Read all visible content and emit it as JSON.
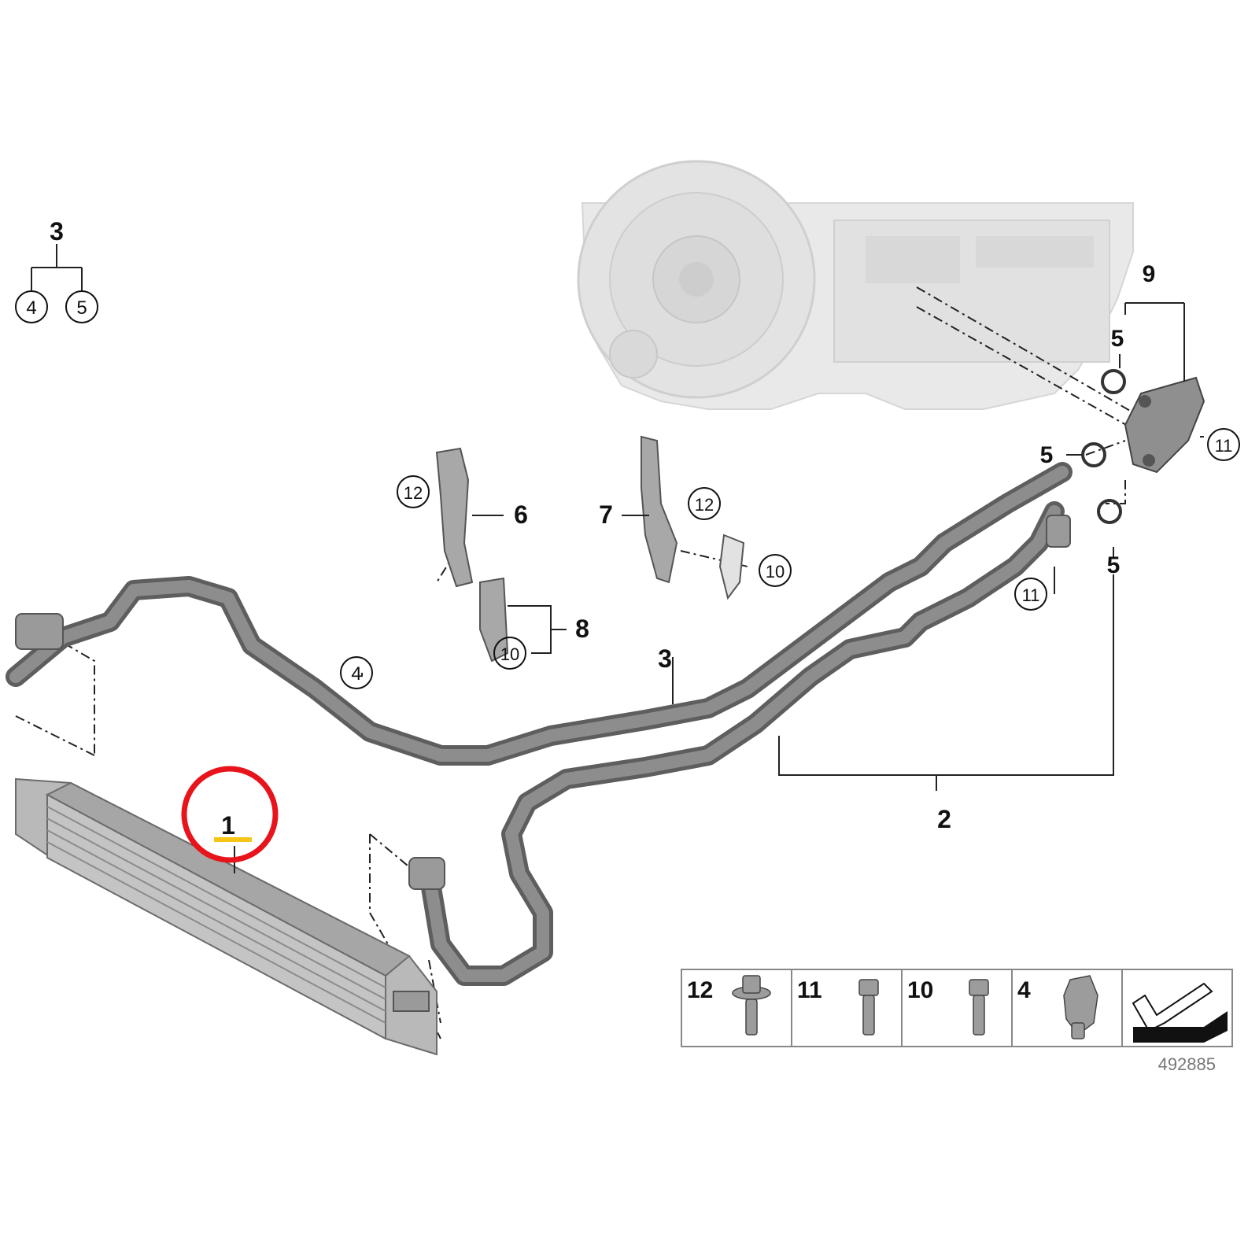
{
  "diagram": {
    "callouts": {
      "top_left_group": "3",
      "top_left_sub_a": "4",
      "top_left_sub_b": "5",
      "part_1": "1",
      "part_2": "2",
      "part_3": "3",
      "part_4": "4",
      "part_5_top": "5",
      "part_5_mid": "5",
      "part_5_low": "5",
      "part_6": "6",
      "part_7": "7",
      "part_8": "8",
      "part_9": "9",
      "part_10_a": "10",
      "part_10_b": "10",
      "part_11_a": "11",
      "part_11_b": "11",
      "part_12_a": "12",
      "part_12_b": "12"
    },
    "legend": {
      "items": [
        {
          "label": "12",
          "icon": "flange-bolt-icon"
        },
        {
          "label": "11",
          "icon": "hex-bolt-icon"
        },
        {
          "label": "10",
          "icon": "hex-bolt-icon"
        },
        {
          "label": "4",
          "icon": "hose-clamp-icon"
        },
        {
          "label": "",
          "icon": "direction-arrow-icon"
        }
      ]
    },
    "reference_number": "492885",
    "colors": {
      "highlight_circle": "#e8141c",
      "highlight_underline": "#f5c518",
      "line_color": "#222222",
      "pipe_color": "#7a7a7a",
      "ghost_part": "#e6e6e6"
    }
  }
}
